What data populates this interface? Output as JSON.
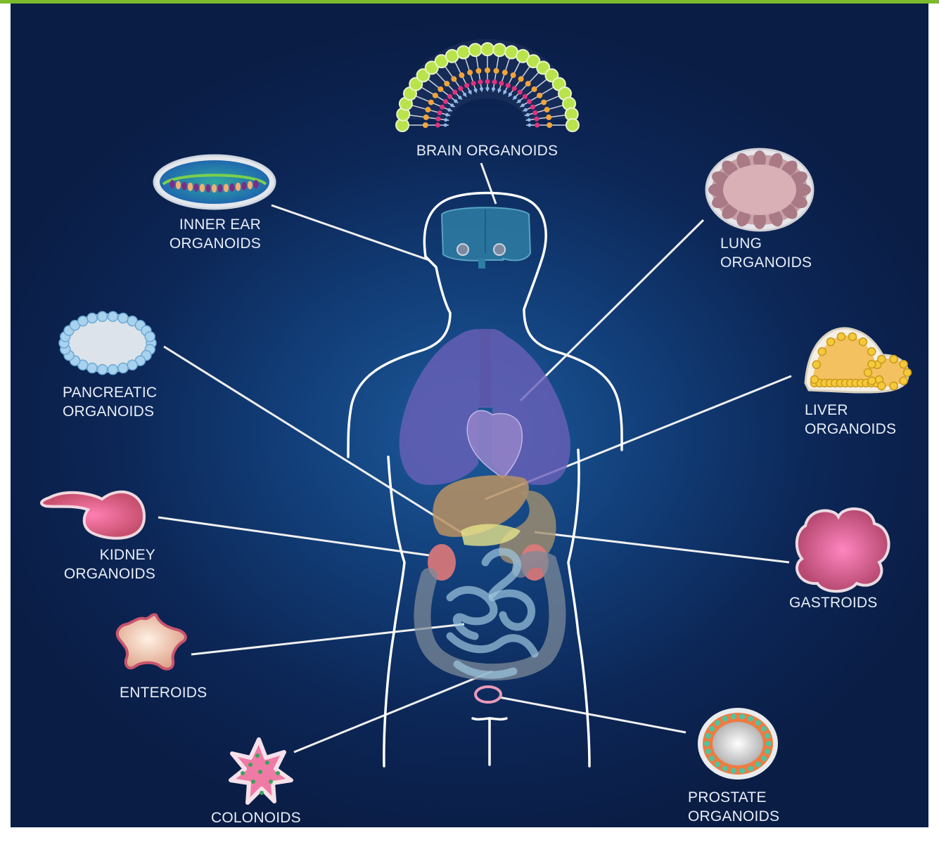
{
  "organoids": {
    "brain": [
      "BRAIN ORGANOIDS"
    ],
    "inner_ear": [
      "INNER EAR",
      "ORGANOIDS"
    ],
    "lung": [
      "LUNG",
      "ORGANOIDS"
    ],
    "pancreatic": [
      "PANCREATIC",
      "ORGANOIDS"
    ],
    "liver": [
      "LIVER",
      "ORGANOIDS"
    ],
    "kidney": [
      "KIDNEY",
      "ORGANOIDS"
    ],
    "gastroids": [
      "GASTROIDS"
    ],
    "enteroids": [
      "ENTEROIDS"
    ],
    "colonoids": [
      "COLONOIDS"
    ],
    "prostate": [
      "PROSTATE",
      "ORGANOIDS"
    ]
  },
  "colors": {
    "accent_bar": "#7dbb2c",
    "background": "#0c2656",
    "outline": "#ffffff",
    "label_text": "#e8eef7"
  }
}
